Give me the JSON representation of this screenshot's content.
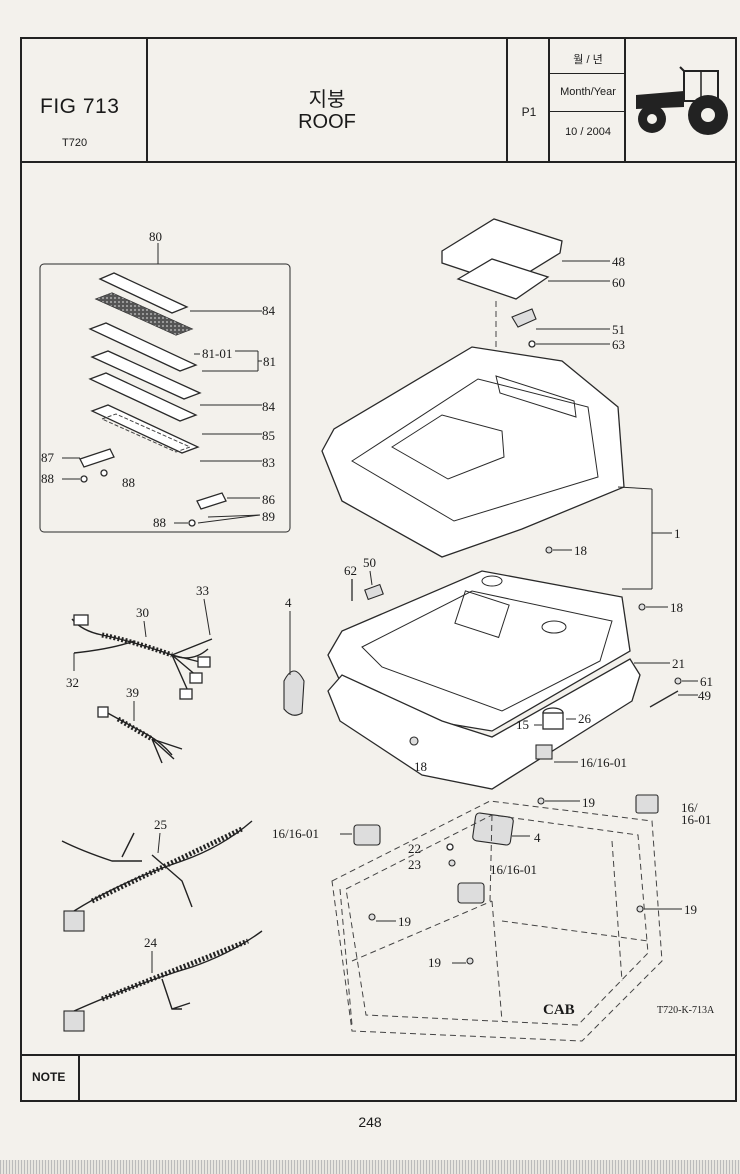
{
  "header": {
    "fig": "FIG 713",
    "model": "T720",
    "title_ko": "지붕",
    "title_en": "ROOF",
    "page_label": "P1",
    "month_year_ko": "월 / 년",
    "month_year_en": "Month/Year",
    "date": "10 / 2004"
  },
  "callouts": {
    "c80": "80",
    "c84a": "84",
    "c8101": "81-01",
    "c81": "81",
    "c84b": "84",
    "c85": "85",
    "c87": "87",
    "c83": "83",
    "c88a": "88",
    "c88b": "88",
    "c86": "86",
    "c88c": "88",
    "c89": "89",
    "c48": "48",
    "c60": "60",
    "c51": "51",
    "c63": "63",
    "c1": "1",
    "c18a": "18",
    "c18b": "18",
    "c18c": "18",
    "c62": "62",
    "c50": "50",
    "c4a": "4",
    "c21": "21",
    "c61": "61",
    "c49": "49",
    "c26": "26",
    "c15": "15",
    "c1601a": "16/16-01",
    "c16b1": "16/",
    "c16b2": "16-01",
    "c19a": "19",
    "c1601c": "16/16-01",
    "c22": "22",
    "c4b": "4",
    "c23": "23",
    "c1601d": "16/16-01",
    "c19b": "19",
    "c19c": "19",
    "c19d": "19",
    "c33": "33",
    "c30": "30",
    "c32": "32",
    "c39": "39",
    "c25": "25",
    "c24": "24"
  },
  "cab_label": "CAB",
  "ref_code": "T720-K-713A",
  "note_label": "NOTE",
  "page_number": "248"
}
